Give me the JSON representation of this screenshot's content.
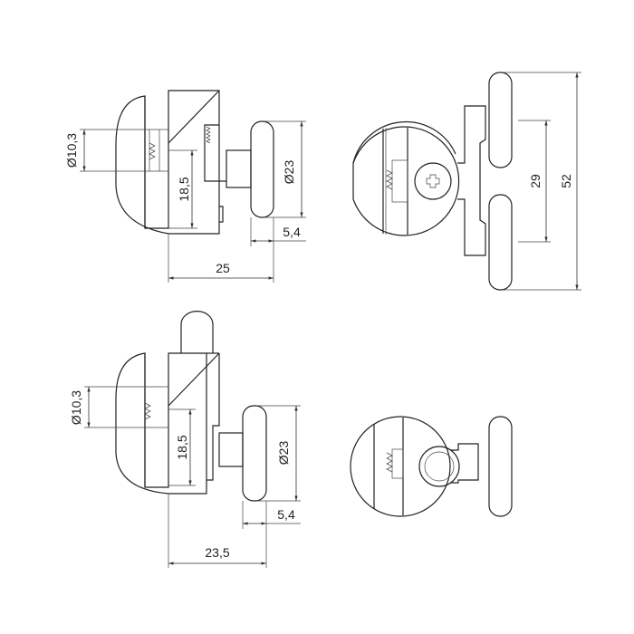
{
  "views": {
    "top_side": {
      "dia_glass_hole": "Ø10,3",
      "height": "18,5",
      "dia_roller": "Ø23",
      "roller_width": "5,4",
      "depth": "25"
    },
    "top_front": {
      "roller_spacing": "29",
      "total_height": "52"
    },
    "bottom_side": {
      "dia_glass_hole": "Ø10,3",
      "height": "18,5",
      "dia_roller": "Ø23",
      "roller_width": "5,4",
      "depth": "23,5"
    }
  }
}
